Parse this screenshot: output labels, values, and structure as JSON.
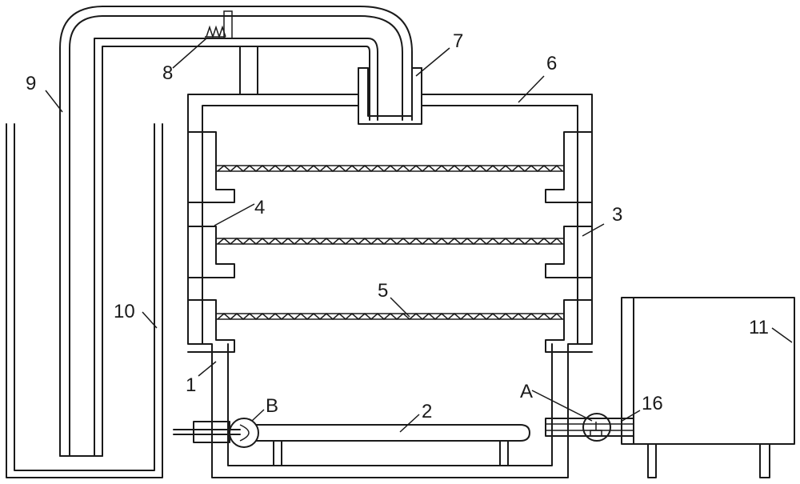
{
  "labels": {
    "l1": "1",
    "l2": "2",
    "l3": "3",
    "l4": "4",
    "l5": "5",
    "l6": "6",
    "l7": "7",
    "l8": "8",
    "l9": "9",
    "l10": "10",
    "l11": "11",
    "l16": "16",
    "lA": "A",
    "lB": "B"
  }
}
